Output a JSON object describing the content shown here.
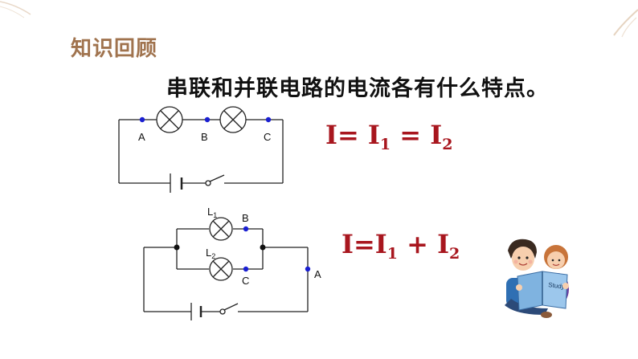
{
  "section_title": "知识回顾",
  "question": "串联和并联电路的电流各有什么特点。",
  "series_circuit": {
    "label_a": "A",
    "label_b": "B",
    "label_c": "C"
  },
  "parallel_circuit": {
    "label_l1": "L",
    "label_l1_sub": "1",
    "label_l2": "L",
    "label_l2_sub": "2",
    "label_b": "B",
    "label_c": "C",
    "label_a": "A"
  },
  "formula_series": {
    "i": "I",
    "eq": "= ",
    "i1": "I",
    "sub1": "1",
    "eq2": " = ",
    "i2": "I",
    "sub2": "2"
  },
  "formula_parallel": {
    "i": "I",
    "eq": "=",
    "i1": "I",
    "sub1": "1",
    "plus": " + ",
    "i2": "I",
    "sub2": "2"
  },
  "book_text": "Study",
  "colors": {
    "title": "#a0734e",
    "formula": "#a8161e",
    "point": "#1a1fd1"
  }
}
